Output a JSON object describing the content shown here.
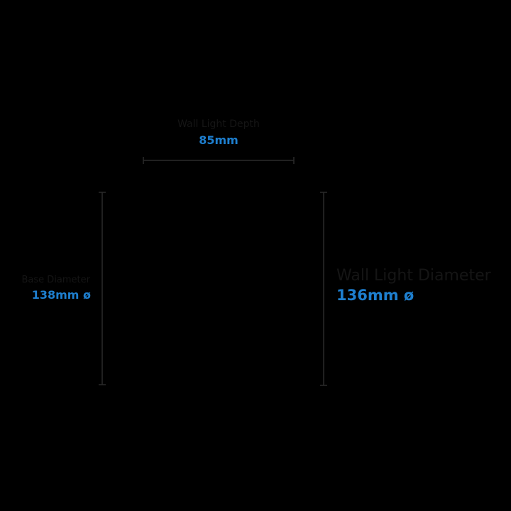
{
  "colors": {
    "background": "#000000",
    "dimension_line": "#2a2a2a",
    "value_text": "#1e7fcf",
    "title_text": "#151515"
  },
  "dimensions": {
    "depth": {
      "title": "Wall Light Depth",
      "value": "85mm"
    },
    "base_diameter": {
      "title": "Base Diameter",
      "value": "138mm ø"
    },
    "wall_diameter": {
      "title": "Wall Light Diameter",
      "value": "136mm ø"
    }
  }
}
